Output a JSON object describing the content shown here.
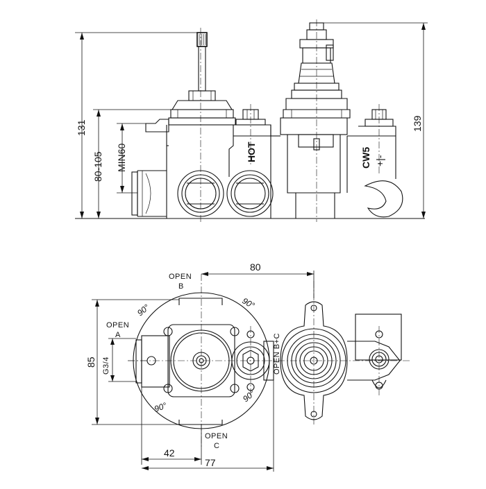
{
  "side_view": {
    "dims": {
      "overall_left": "131",
      "range": "80-105",
      "min": "MIN60",
      "overall_right": "139"
    },
    "labels": {
      "hot": "HOT",
      "cw": "CW5",
      "cw_symbol": "+|-"
    }
  },
  "plan_view": {
    "dims": {
      "spacing_top": "80",
      "height": "85",
      "thread": "G3/4",
      "bottom_short": "42",
      "bottom_long": "77"
    },
    "ports": {
      "open_b_1": "OPEN",
      "open_b_2": "B",
      "open_a_1": "OPEN",
      "open_a_2": "A",
      "open_c_1": "OPEN",
      "open_c_2": "C",
      "open_bc": "OPEN B+C"
    },
    "angles": [
      "90°",
      "90°",
      "90°",
      "90°"
    ]
  }
}
